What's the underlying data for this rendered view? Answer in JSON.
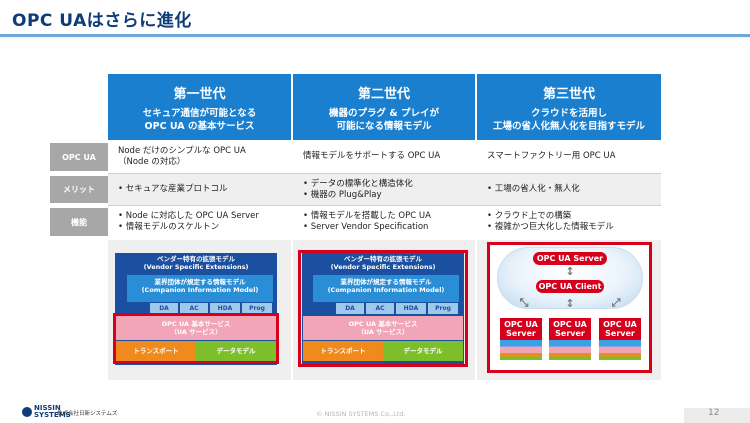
{
  "slide": {
    "title": "OPC UAはさらに進化",
    "page_number": "12",
    "copyright": "© NISSIN SYSTEMS Co.,Ltd.",
    "logo_text": "NISSIN",
    "logo_sub": "SYSTEMS",
    "company": "株式会社日新システムズ"
  },
  "generations": [
    {
      "name": "第一世代",
      "desc1": "セキュア通信が可能となる",
      "desc2": "OPC UA の基本サービス"
    },
    {
      "name": "第二世代",
      "desc1": "機器のプラグ & プレイが",
      "desc2": "可能になる情報モデル"
    },
    {
      "name": "第三世代",
      "desc1": "クラウドを活用し",
      "desc2": "工場の省人化無人化を目指すモデル"
    }
  ],
  "rows": [
    {
      "label": "OPC UA",
      "cells": [
        [
          "Node だけのシンプルな OPC UA",
          "（Node の対応）"
        ],
        [
          "情報モデルをサポートする OPC UA"
        ],
        [
          "スマートファクトリー用 OPC UA"
        ]
      ]
    },
    {
      "label": "メリット",
      "cells": [
        [
          "• セキュアな産業プロトコル"
        ],
        [
          "• データの標準化と構造体化",
          "• 機器の Plug&Play"
        ],
        [
          "• 工場の省人化・無人化"
        ]
      ]
    },
    {
      "label": "機能",
      "cells": [
        [
          "• Node に対応した OPC UA Server",
          "• 情報モデルのスケルトン"
        ],
        [
          "• 情報モデルを搭載した OPC UA",
          "• Server Vendor Specification"
        ],
        [
          "• クラウド上での構築",
          "• 複雑かつ巨大化した情報モデル"
        ]
      ]
    }
  ],
  "stack": {
    "vendor1": "ベンダー特有の拡張モデル",
    "vendor2": "(Vendor Specific Extensions)",
    "companion1": "業界団体が規定する情報モデル",
    "companion2": "(Companion Information Model)",
    "boxes": [
      "DA",
      "AC",
      "HDA",
      "Prog"
    ],
    "base1": "OPC UA 基本サービス",
    "base2": "（UA サービス）",
    "transport": "トランスポート",
    "datamodel": "データモデル"
  },
  "cloud": {
    "server": "OPC UA Server",
    "client": "OPC UA Client",
    "node1": "OPC UA",
    "node2": "Server"
  },
  "colors": {
    "header_blue": "#1a7fcf",
    "frame_red": "#d6001c",
    "orange": "#f08a1c",
    "green": "#7dbf2b",
    "pink": "#f2a5b6"
  }
}
